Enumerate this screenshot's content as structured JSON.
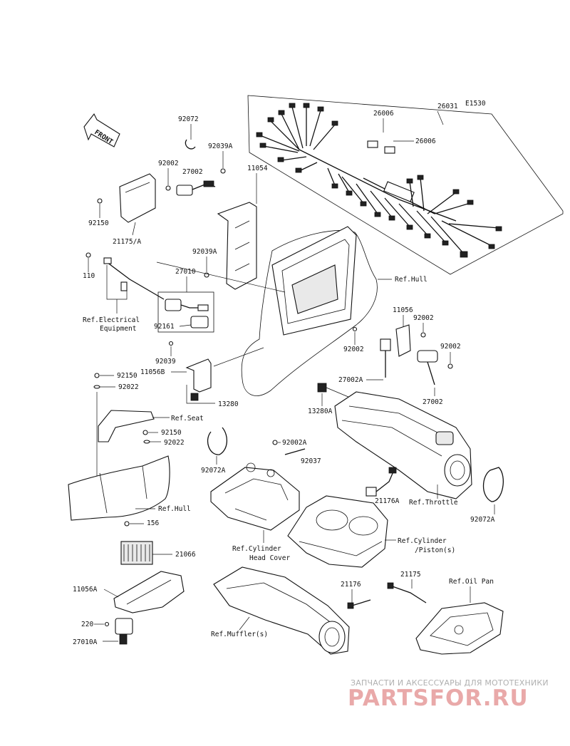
{
  "diagram": {
    "code": "E1530",
    "front_label": "FRONT",
    "labels": {
      "l92072": "92072",
      "l92039A": "92039A",
      "l92002a": "92002",
      "l27002a": "27002",
      "l11054": "11054",
      "l92150a": "92150",
      "l21175A": "21175/A",
      "l92039A2": "92039A",
      "l110": "110",
      "l27010": "27010",
      "lRefElec1": "Ref.Electrical",
      "lRefElec2": "Equipment",
      "l92161": "92161",
      "l92039": "92039",
      "l11056B": "11056B",
      "l13280": "13280",
      "l92150b": "92150",
      "l92022a": "92022",
      "lRefSeat": "Ref.Seat",
      "l92150c": "92150",
      "l92022b": "92022",
      "l92072Aa": "92072A",
      "lRefHull1": "Ref.Hull",
      "lRefHull2": "Ref.Hull",
      "l156": "156",
      "l21066": "21066",
      "l11056A": "11056A",
      "l220": "220",
      "l27010A": "27010A",
      "l26031": "26031",
      "l26006a": "26006",
      "l26006b": "26006",
      "l11056": "11056",
      "l92002b": "92002",
      "l92002c": "92002",
      "l92002d": "92002",
      "l27002A": "27002A",
      "l27002b": "27002",
      "l13280A": "13280A",
      "l92002A": "92002A",
      "l92037": "92037",
      "l21176A": "21176A",
      "lRefThrottle": "Ref.Throttle",
      "l92072Ab": "92072A",
      "lRefCylHead1": "Ref.Cylinder",
      "lRefCylHead2": "Head Cover",
      "lRefCylPis1": "Ref.Cylinder",
      "lRefCylPis2": "/Piston(s)",
      "l21176": "21176",
      "l21175": "21175",
      "lRefOilPan": "Ref.Oil Pan",
      "lRefMuffler": "Ref.Muffler(s)"
    }
  },
  "watermark": {
    "caption": "ЗАПЧАСТИ И АКСЕССУАРЫ ДЛЯ МОТОТЕХНИКИ",
    "logo": "PARTSFOR.RU",
    "colors": {
      "caption": "#b0b0b0",
      "logo": "#e9a9a9"
    }
  }
}
